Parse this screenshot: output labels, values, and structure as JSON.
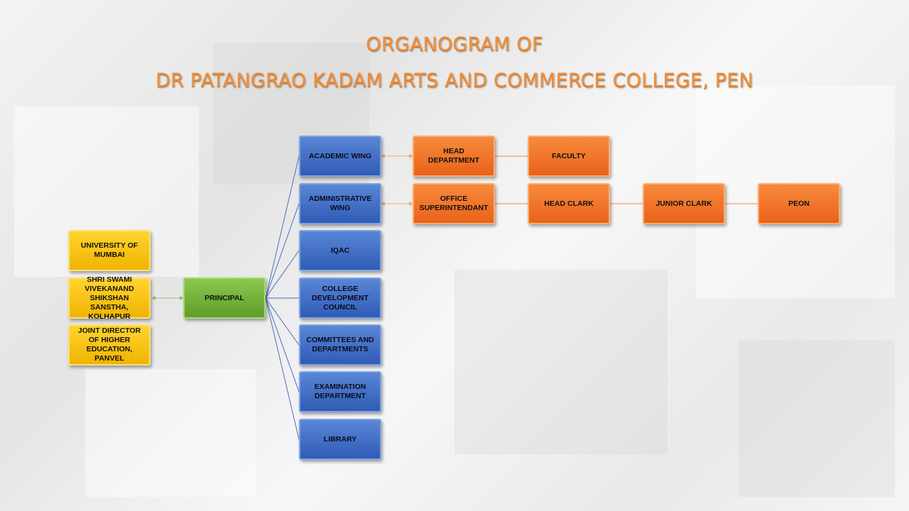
{
  "title": {
    "line1": "ORGANOGRAM OF",
    "line2": "DR PATANGRAO KADAM ARTS AND COMMERCE COLLEGE, PEN"
  },
  "authorities": {
    "university": "UNIVERSITY OF MUMBAI",
    "sanstha": "SHRI SWAMI VIVEKANAND SHIKSHAN SANSTHA, KOLHAPUR",
    "joint_director": "JOINT DIRECTOR OF HIGHER EDUCATION, PANVEL"
  },
  "principal": "PRINCIPAL",
  "wings": {
    "academic": "ACADEMIC  WING",
    "administrative": "ADMINISTRATIVE WING",
    "iqac": "IQAC",
    "cdc": "COLLEGE DEVELOPMENT COUNCIL",
    "committees": "COMMITTEES  AND DEPARTMENTS",
    "examination": "EXAMINATION DEPARTMENT",
    "library": "LIBRARY"
  },
  "academic_chain": {
    "head_department": "HEAD DEPARTMENT",
    "faculty": "FACULTY"
  },
  "admin_chain": {
    "office_superintendant": "OFFICE SUPERINTENDANT",
    "head_clark": "HEAD CLARK",
    "junior_clark": "JUNIOR CLARK",
    "peon": "PEON"
  },
  "colors": {
    "title": "#f0903a",
    "authority": "#f5c518",
    "principal": "#70ad47",
    "wing": "#4472c4",
    "staff": "#ed7d31"
  }
}
